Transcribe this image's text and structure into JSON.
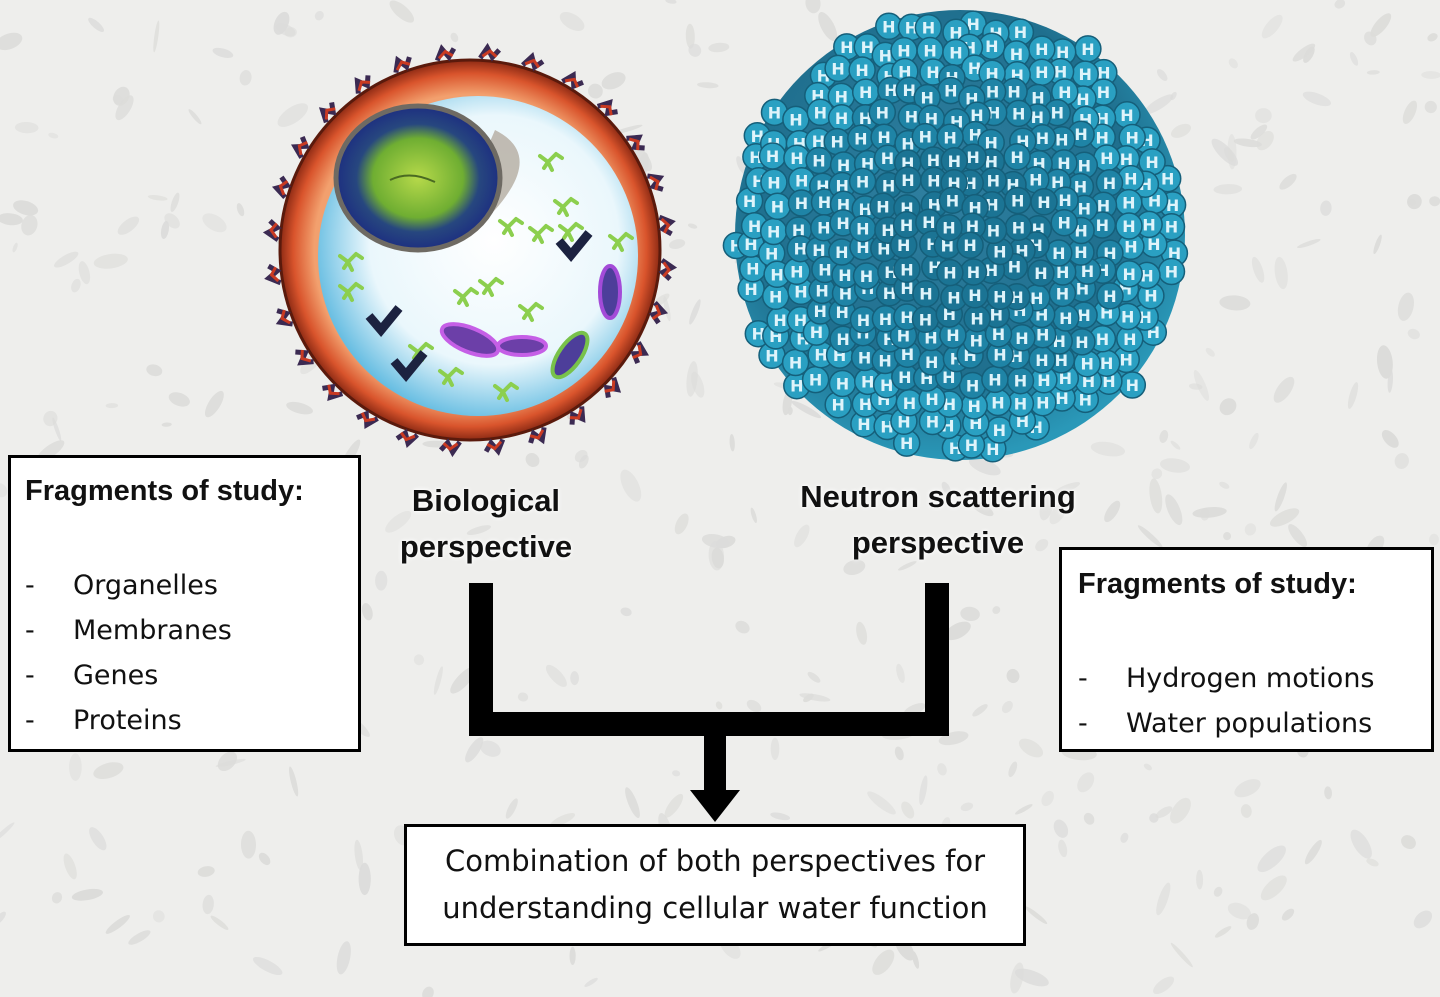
{
  "left_box": {
    "title": "Fragments of study:",
    "items": [
      "Organelles",
      "Membranes",
      "Genes",
      "Proteins"
    ]
  },
  "right_box": {
    "title": "Fragments of study:",
    "items": [
      "Hydrogen motions",
      "Water populations"
    ]
  },
  "bio_label": {
    "line1": "Biological",
    "line2": "perspective"
  },
  "neutron_label": {
    "line1": "Neutron scattering",
    "line2": "perspective"
  },
  "combined": {
    "line1": "Combination of both perspectives for",
    "line2": "understanding cellular water function"
  },
  "hydrogen_symbol": "H",
  "list_bullet": "-",
  "colors": {
    "background": "#eeeeec",
    "membrane": "#d9542c",
    "cytoplasm": "#e8f6fc",
    "nucleus": "#7fc23a",
    "nucleus_envelope": "#2b3f9a",
    "organelle": "#9b3fc4",
    "protein": "#8ccf4e",
    "hydrogen_sphere": "#2a98b8",
    "connector": "#000000"
  }
}
